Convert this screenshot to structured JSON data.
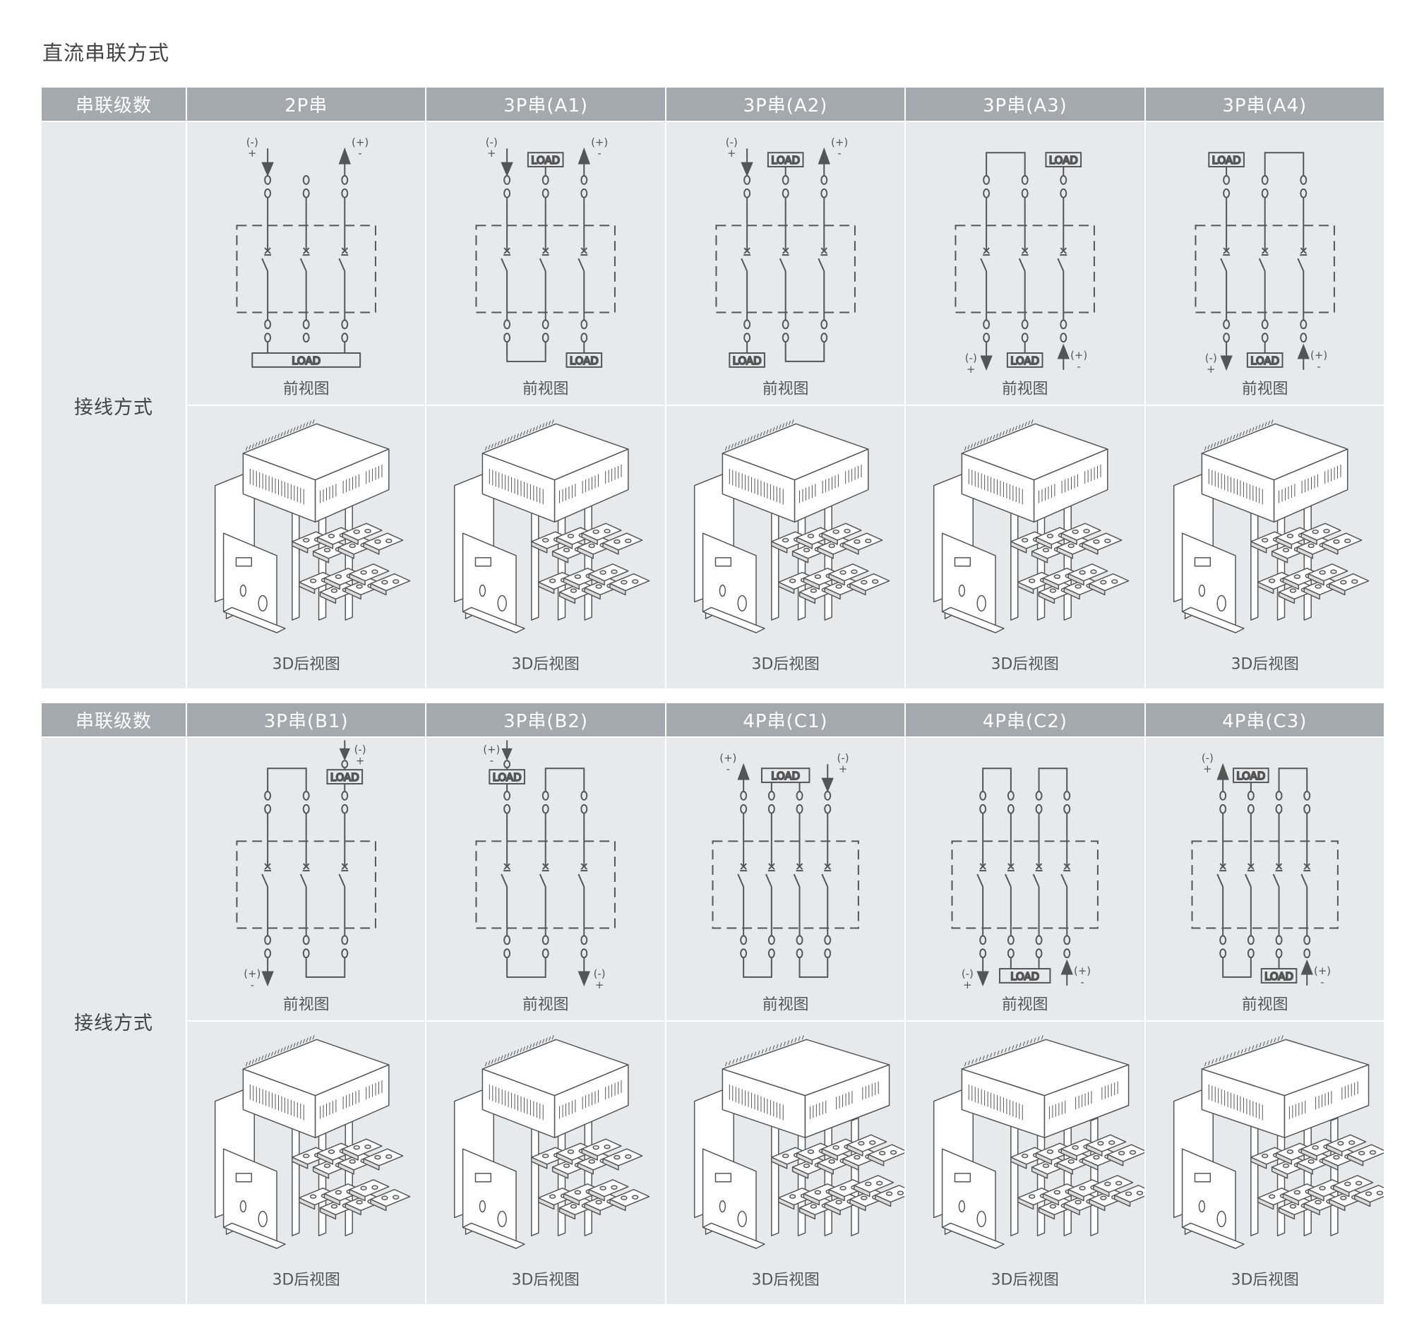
{
  "title": "直流串联方式",
  "diagram_text": {
    "load": "LOAD",
    "neg": "(-)",
    "pos": "(+)",
    "plus": "+",
    "minus": "-"
  },
  "tables": [
    {
      "header_label": "串联级数",
      "row_label": "接线方式",
      "columns": [
        {
          "name": "2P串",
          "key": "2P",
          "front_caption": "前视图",
          "rear_caption": "3D后视图"
        },
        {
          "name": "3P串(A1)",
          "key": "A1",
          "front_caption": "前视图",
          "rear_caption": "3D后视图"
        },
        {
          "name": "3P串(A2)",
          "key": "A2",
          "front_caption": "前视图",
          "rear_caption": "3D后视图"
        },
        {
          "name": "3P串(A3)",
          "key": "A3",
          "front_caption": "前视图",
          "rear_caption": "3D后视图"
        },
        {
          "name": "3P串(A4)",
          "key": "A4",
          "front_caption": "前视图",
          "rear_caption": "3D后视图"
        }
      ]
    },
    {
      "header_label": "串联级数",
      "row_label": "接线方式",
      "columns": [
        {
          "name": "3P串(B1)",
          "key": "B1",
          "front_caption": "前视图",
          "rear_caption": "3D后视图"
        },
        {
          "name": "3P串(B2)",
          "key": "B2",
          "front_caption": "前视图",
          "rear_caption": "3D后视图"
        },
        {
          "name": "4P串(C1)",
          "key": "C1",
          "front_caption": "前视图",
          "rear_caption": "3D后视图"
        },
        {
          "name": "4P串(C2)",
          "key": "C2",
          "front_caption": "前视图",
          "rear_caption": "3D后视图"
        },
        {
          "name": "4P串(C3)",
          "key": "C3",
          "front_caption": "前视图",
          "rear_caption": "3D后视图"
        }
      ]
    }
  ]
}
